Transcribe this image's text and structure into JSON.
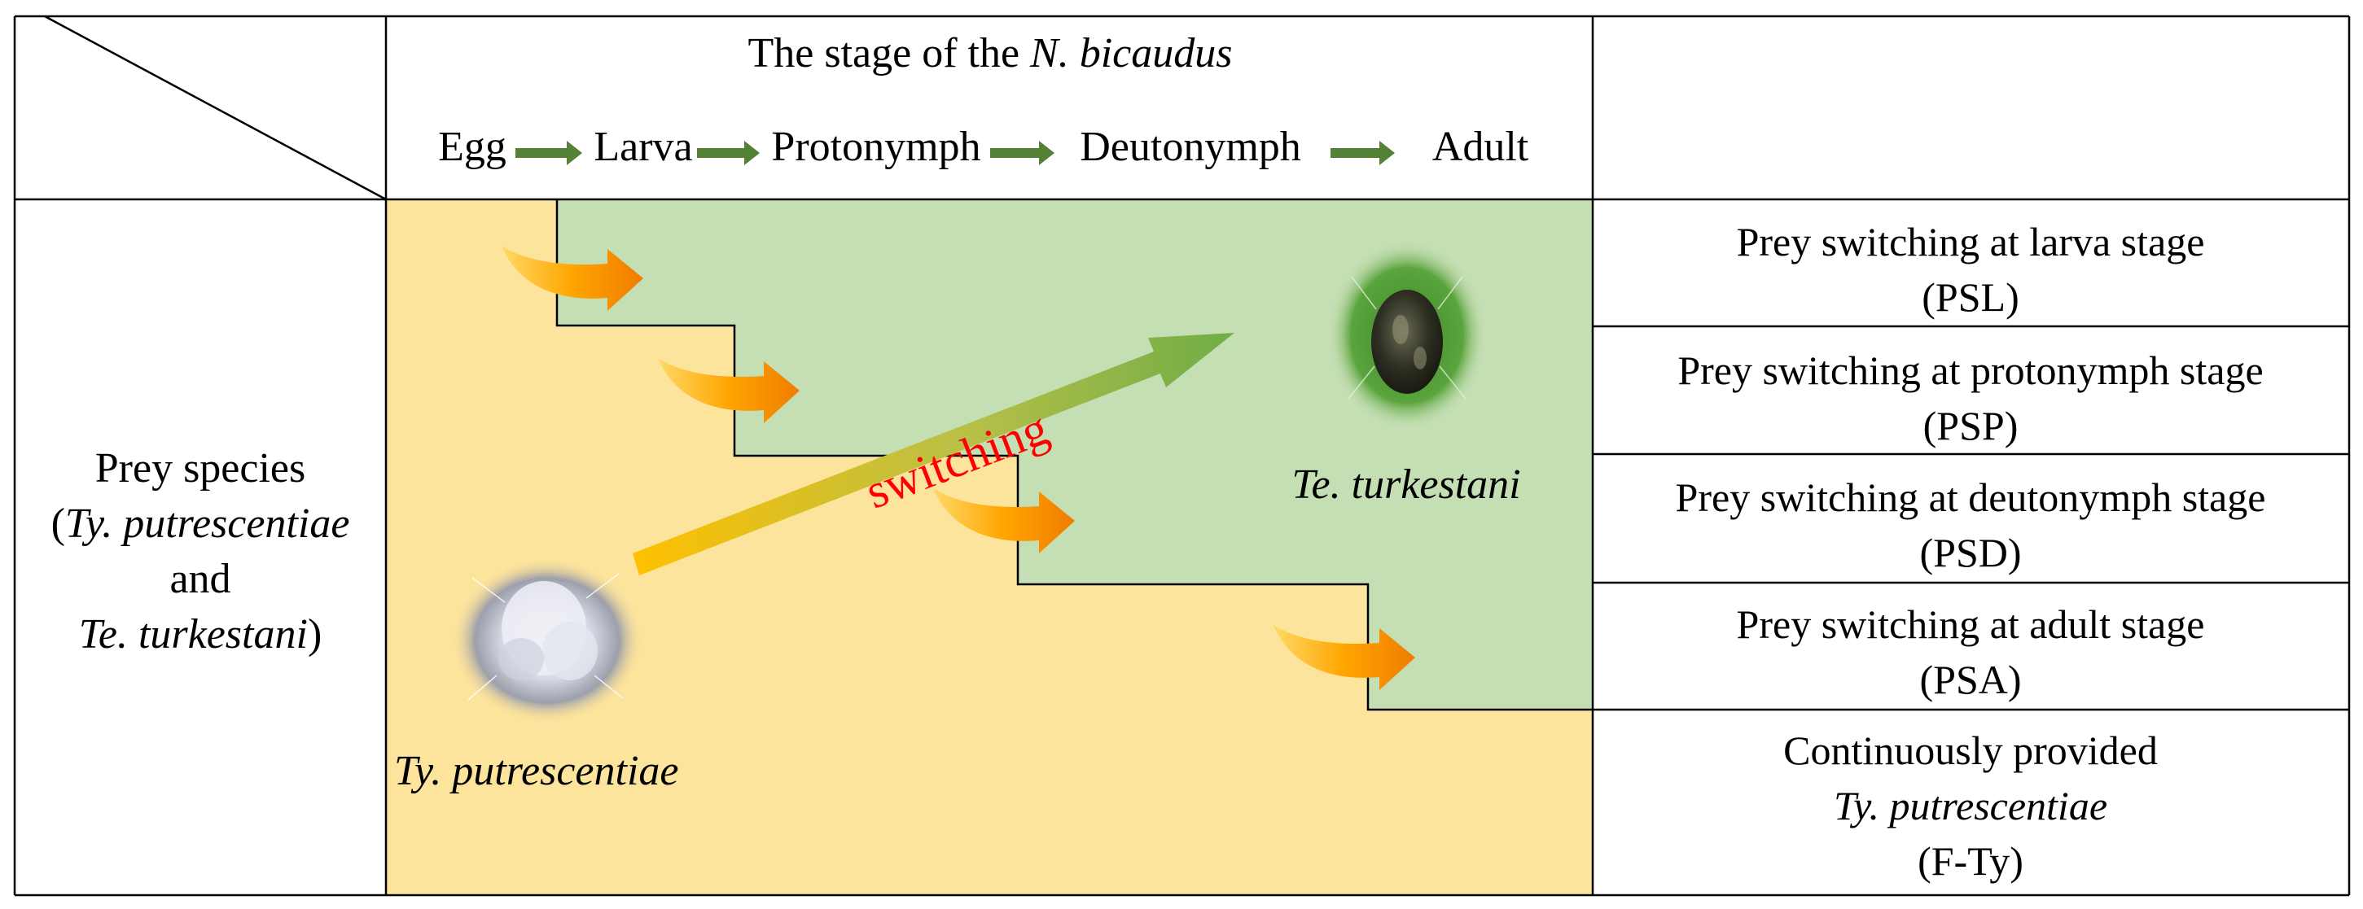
{
  "header": {
    "title_prefix": "The stage of the ",
    "title_species": "N. bicaudus",
    "stages": [
      "Egg",
      "Larva",
      "Protonymph",
      "Deutonymph",
      "Adult"
    ]
  },
  "left_cell": {
    "line1": "Prey species",
    "line2_open": "(",
    "line2_species": "Ty. putrescentiae",
    "line3": "and",
    "line4_species": "Te. turkestani",
    "line4_close": ")"
  },
  "diagram": {
    "prey_a": "Ty. putrescentiae",
    "prey_b": "Te. turkestani",
    "switch_label": "switching"
  },
  "treatments": [
    {
      "name": "Prey switching at larva stage",
      "code": "(PSL)"
    },
    {
      "name": "Prey switching at protonymph stage",
      "code": "(PSP)"
    },
    {
      "name": "Prey switching at deutonymph stage",
      "code": "(PSD)"
    },
    {
      "name": "Prey switching at adult stage",
      "code": "(PSA)"
    },
    {
      "name": "Continuously provided",
      "species": "Ty. putrescentiae",
      "code": "(F-Ty)"
    }
  ],
  "colors": {
    "yellow_region": "#fde49c",
    "green_region": "#c5dfb4",
    "stage_arrow": "#538135",
    "switch_text": "#ff0000",
    "curved_arrow": "#ff9900"
  }
}
